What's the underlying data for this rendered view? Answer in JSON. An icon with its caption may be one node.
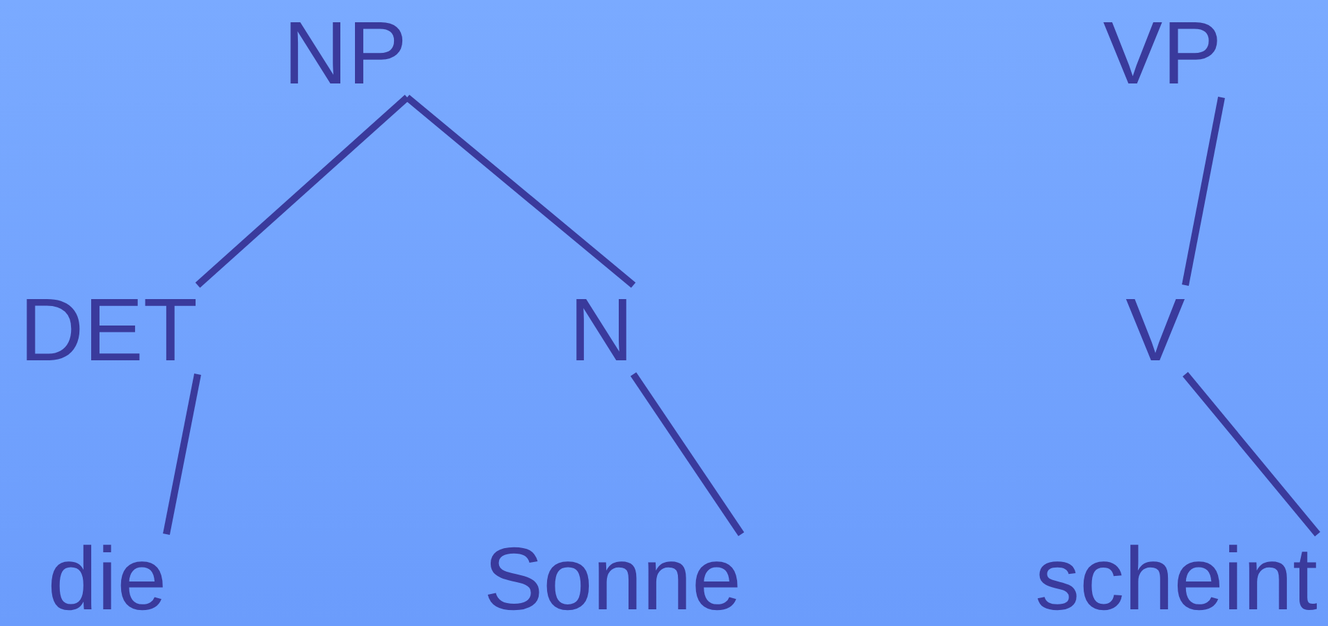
{
  "diagram": {
    "nodes": [
      {
        "text": [
          "NP"
        ]
      },
      {
        "text": [
          "VP"
        ]
      },
      {
        "text": [
          "DET"
        ]
      },
      {
        "text": [
          "N"
        ]
      },
      {
        "text": [
          "V"
        ]
      },
      {
        "text": [
          "die"
        ]
      },
      {
        "text": [
          "Sonne"
        ]
      },
      {
        "text": [
          "scheint"
        ]
      }
    ],
    "edges": [
      {
        "from": 0,
        "to": 2,
        "arrow": "none"
      },
      {
        "from": 0,
        "to": 3,
        "arrow": "none"
      },
      {
        "from": 1,
        "to": 4,
        "arrow": "none"
      },
      {
        "from": 2,
        "to": 5,
        "arrow": "none"
      },
      {
        "from": 3,
        "to": 6,
        "arrow": "none"
      },
      {
        "from": 4,
        "to": 7,
        "arrow": "none"
      }
    ]
  }
}
